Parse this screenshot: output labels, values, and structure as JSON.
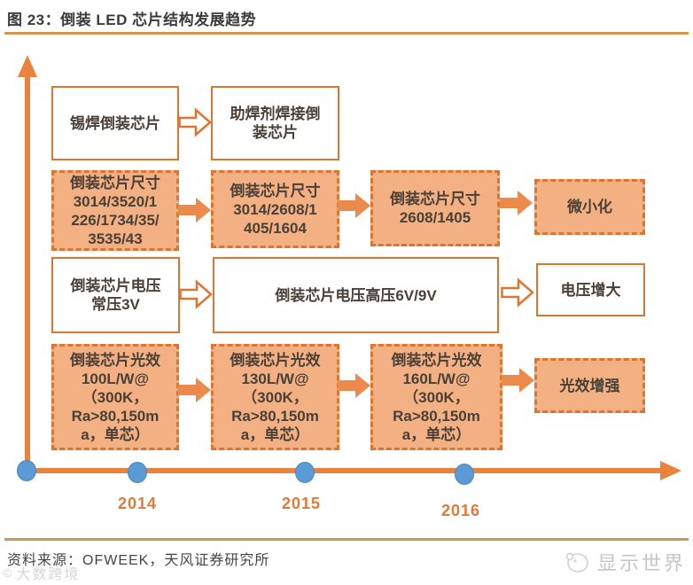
{
  "title": "图 23：倒装 LED 芯片结构发展趋势",
  "colors": {
    "accent_orange": "#dd7532",
    "box_fill_orange": "#f3b183",
    "axis_orange": "#e8823c",
    "divider_tan": "#d0984e",
    "timeline_dot_blue": "#5b9bd5",
    "year_label_orange": "#e0793a"
  },
  "boxes": {
    "solder": "锡焊倒装芯片",
    "flux": "助焊剂焊接倒\n装芯片",
    "size2014": "倒装芯片尺寸\n3014/3520/1\n226/1734/35/\n3535/43",
    "size2015": "倒装芯片尺寸\n3014/2608/1\n405/1604",
    "size2016": "倒装芯片尺寸\n2608/1405",
    "size_trend": "微小化",
    "volt2014": "倒装芯片电压\n常压3V",
    "volt_high": "倒装芯片电压高压6V/9V",
    "volt_trend": "电压增大",
    "eff2014": "倒装芯片光效\n100L/W@\n（300K，\nRa>80,150m\na，单芯）",
    "eff2015": "倒装芯片光效\n130L/W@\n（300K，\nRa>80,150m\na，单芯）",
    "eff2016": "倒装芯片光效\n160L/W@\n（300K，\nRa>80,150m\na，单芯）",
    "eff_trend": "光效增强"
  },
  "timeline": {
    "years": [
      "2014",
      "2015",
      "2016"
    ]
  },
  "footer": {
    "source": "资料来源：OFWEEK，天风证券研究所"
  },
  "brand": {
    "name": "显示世界"
  },
  "watermark": {
    "text": "大数跨境"
  }
}
